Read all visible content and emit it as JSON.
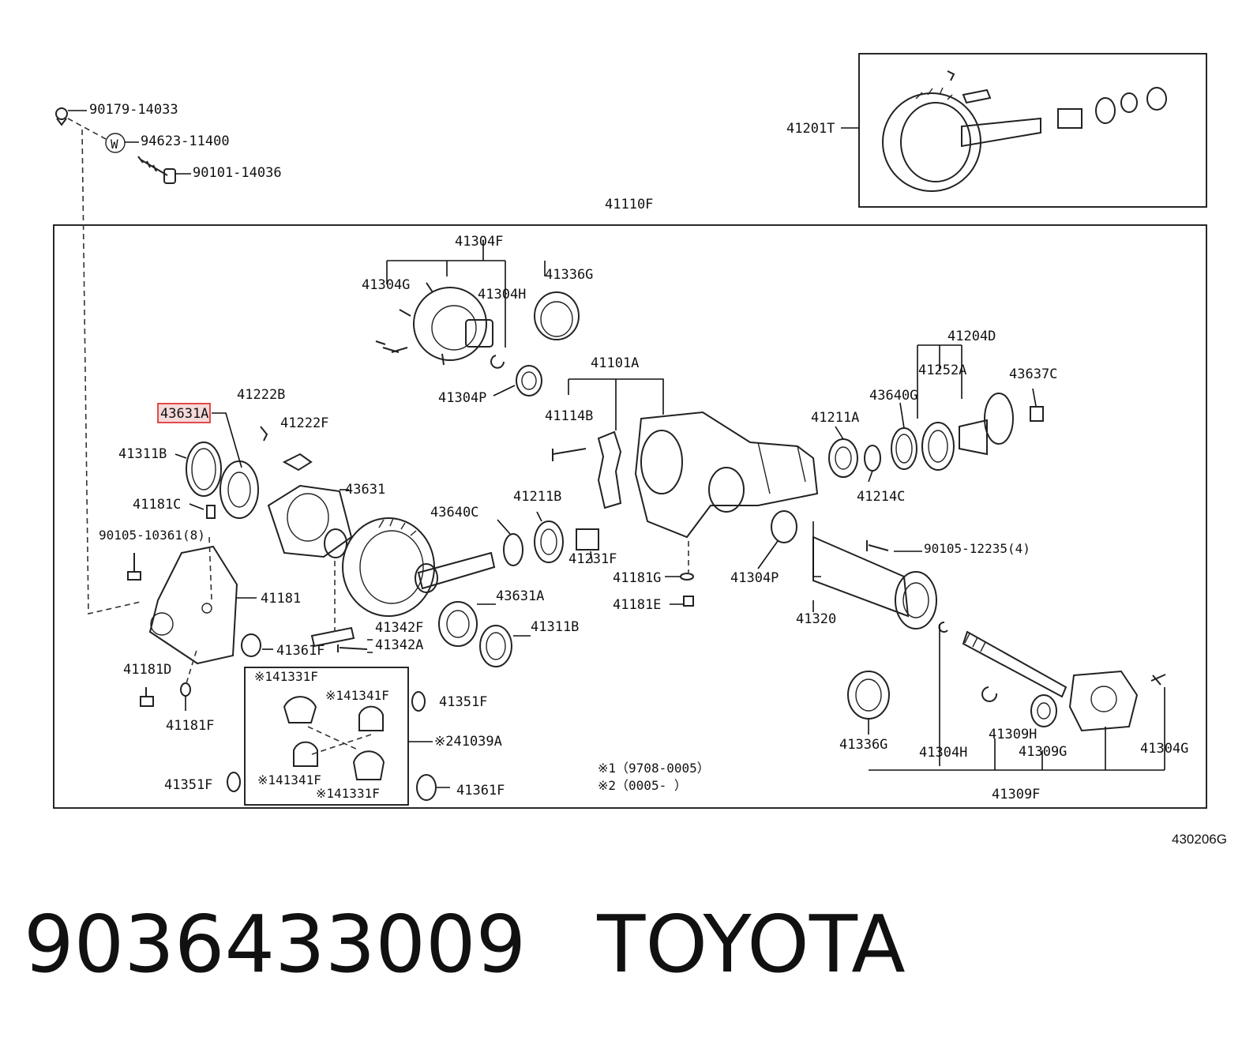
{
  "labels": {
    "p90179": "90179-14033",
    "p94623": "94623-11400",
    "w_mark": "W",
    "p90101": "90101-14036",
    "p41201T": "41201T",
    "p41110F": "41110F",
    "p41304F": "41304F",
    "p41304G_top": "41304G",
    "p41336G_top": "41336G",
    "p41304H_top": "41304H",
    "p41304P_top": "41304P",
    "p41101A": "41101A",
    "p41204D": "41204D",
    "p41252A": "41252A",
    "p43637C": "43637C",
    "p43640G": "43640G",
    "p41211A": "41211A",
    "p41214C": "41214C",
    "p41114B": "41114B",
    "p41222B": "41222B",
    "p43631A_top": "43631A",
    "p41222F": "41222F",
    "p41311B_left": "41311B",
    "p43631": "43631",
    "p41181C": "41181C",
    "p41211B": "41211B",
    "p43640C": "43640C",
    "p90105_10361": "90105-10361(8)",
    "p41231F": "41231F",
    "p41181G": "41181G",
    "p41304P_right": "41304P",
    "p90105_12235": "90105-12235(4)",
    "p41181": "41181",
    "p43631A_mid": "43631A",
    "p41181E": "41181E",
    "p41320": "41320",
    "p41342F": "41342F",
    "p41342A": "41342A",
    "p41311B_mid": "41311B",
    "p41361F_top": "41361F",
    "p41181D": "41181D",
    "p141331F_a": "※141331F",
    "p141341F_a": "※141341F",
    "p41351F_right": "41351F",
    "p241039A": "※241039A",
    "p41181F": "41181F",
    "p141341F_b": "※141341F",
    "p141331F_b": "※141331F",
    "p41351F_left": "41351F",
    "p41361F_bottom": "41361F",
    "p41336G_bottom": "41336G",
    "p41304H_bottom": "41304H",
    "p41309H": "41309H",
    "p41309G": "41309G",
    "p41304G_bottom": "41304G",
    "p41309F": "41309F",
    "note1": "※1（9708-0005）",
    "note2": "※2（0005-      ）",
    "ref_code": "430206G"
  },
  "caption": {
    "part_number": "9036433009",
    "brand": "TOYOTA"
  },
  "colors": {
    "highlight_border": "#dd2222",
    "highlight_fill": "#f6dada",
    "ink": "#111111"
  }
}
